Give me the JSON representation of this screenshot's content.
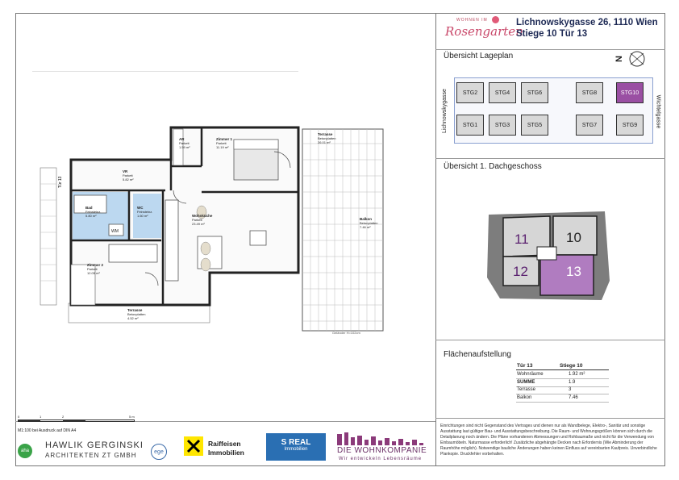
{
  "header": {
    "brand_line1": "WOHNEN IM",
    "brand_line2": "Rosengarten",
    "address_line1": "Lichnowskygasse 26, 1110 Wien",
    "address_line2": "Stiege 10 Tür 13"
  },
  "lageplan": {
    "title": "Übersicht Lageplan",
    "street_left": "Lichnowskygasse",
    "street_right": "Wichtelgasse",
    "compass_label": "N",
    "buildings": [
      "STG2",
      "STG4",
      "STG6",
      "STG8",
      "STG10",
      "STG1",
      "STG3",
      "STG5",
      "STG7",
      "STG9"
    ],
    "highlight": "STG10",
    "highlight_color": "#9a4fa3"
  },
  "dachgeschoss": {
    "title": "Übersicht 1. Dachgeschoss",
    "units": [
      "11",
      "10",
      "12",
      "13"
    ],
    "highlight": "13",
    "highlight_color": "#b07cc0"
  },
  "flaechen": {
    "title": "Flächenaufstellung",
    "header_left": "Tür 13",
    "header_right": "Stiege 10",
    "rows": [
      {
        "label": "Wohnräume",
        "value": "1.92 m²"
      },
      {
        "label": "SUMME",
        "value": "1.9"
      },
      {
        "label": "Terrasse",
        "value": "3"
      },
      {
        "label": "Balkon",
        "value": "7.46"
      }
    ]
  },
  "plan": {
    "rooms": [
      {
        "name": "AR",
        "floor": "Parkett",
        "area": "1.59 m²"
      },
      {
        "name": "Zimmer 1",
        "floor": "Parkett",
        "area": "11.19 m²"
      },
      {
        "name": "VR",
        "floor": "Parkett",
        "area": "5.82 m²"
      },
      {
        "name": "Bad",
        "floor": "Feinsteinz.",
        "area": "5.80 m²"
      },
      {
        "name": "WC",
        "floor": "Feinsteinz.",
        "area": "1.60 m²"
      },
      {
        "name": "Wohnküche",
        "floor": "Parkett",
        "area": "23.49 m²"
      },
      {
        "name": "Zimmer 2",
        "floor": "Parkett",
        "area": "12.05 m²"
      },
      {
        "name": "Terrasse",
        "floor": "Betonplatten",
        "area": "26.01 m²"
      },
      {
        "name": "Balkon",
        "floor": "Betonplatten",
        "area": "7.46 m²"
      },
      {
        "name": "Terrasse",
        "floor": "Betonplatten",
        "area": "4.52 m²"
      }
    ],
    "door_label": "Tür 13",
    "railing_note": "Geländer H=102cm",
    "wm_label": "WM",
    "room_color_blue": "#bcd8f0"
  },
  "scale": {
    "ticks": [
      "0",
      "1",
      "2",
      "5 m"
    ],
    "note": "M1:100 bei Ausdruck auf DIN A4"
  },
  "logos": {
    "aha": "aha",
    "architect_line1": "HAWLIK GERGINSKI",
    "architect_line2": "ARCHITEKTEN ZT GMBH",
    "ege": "ege",
    "raiffeisen_line1": "Raiffeisen",
    "raiffeisen_line2": "Immobilien",
    "sreal_line1": "S REAL",
    "sreal_line2": "Immobilien",
    "wohnkompanie_line1": "DIE WOHNKOMPANIE",
    "wohnkompanie_line2": "Wir entwickeln Lebensräume"
  },
  "disclaimer": "Einrichtungen sind nicht Gegenstand des Vertrages und dienen nur als Wandbelege, Elektro-, Sanitär und sonstige Ausstattung laut gültiger Bau- und Ausstattungsbeschreibung. Die Raum- und Wohnungsgrößen können sich durch die Detailplanung noch ändern. Die Pläne vorhandenen Abmessungen und Rohbaumaße und nicht für die Verwendung von Einbaumöbeln. Naturmasse erforderlich! Zusätzliche abgehängte Decken nach Erfordernis (Wie Abminderung der Raumhöhe möglich). Notwendige bauliche Änderungen haben keinen Einfluss auf vereinbarten Kaufpreis. Unverbindliche Plankopie. Druckfehler vorbehalten."
}
